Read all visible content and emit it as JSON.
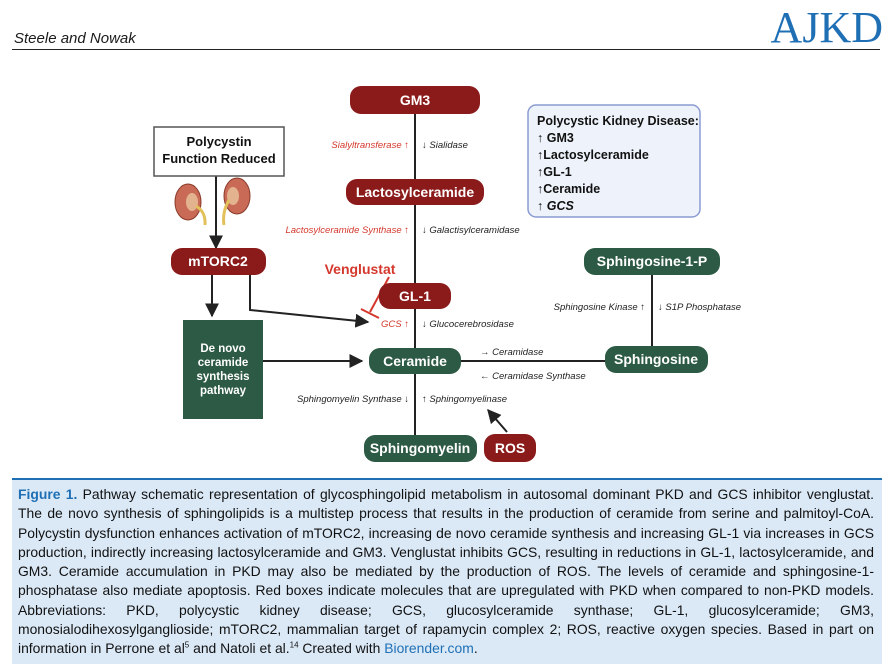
{
  "header": {
    "authors": "Steele and Nowak",
    "journal": "AJKD"
  },
  "diagram": {
    "nodes": {
      "gm3": "GM3",
      "lactosylceramide": "Lactosylceramide",
      "gl1": "GL-1",
      "ceramide": "Ceramide",
      "sphingomyelin": "Sphingomyelin",
      "ros": "ROS",
      "mtorc2": "mTORC2",
      "sphingosine": "Sphingosine",
      "sphingosine_1p": "Sphingosine-1-P",
      "polycystin_line1": "Polycystin",
      "polycystin_line2": "Function Reduced",
      "denovo_line1": "De novo",
      "denovo_line2": "ceramide",
      "denovo_line3": "synthesis",
      "denovo_line4": "pathway"
    },
    "enzymes": {
      "sialyltransferase": "Sialyltransferase ↑",
      "sialidase": "↓ Sialidase",
      "lactosylceramide_synthase": "Lactosylceramide Synthase ↑",
      "galactosylceramidase": "↓ Galactisylceramidase",
      "gcs": "GCS ↑",
      "glucocerebrosidase": "↓ Glucocerebrosidase",
      "sphingomyelin_synthase": "Sphingomyelin Synthase ↓",
      "sphingomyelinase": "↑ Sphingomyelinase",
      "ceramidase": "→ Ceramidase",
      "ceramidase_synthase": "← Ceramidase Synthase",
      "sphingosine_kinase": "Sphingosine Kinase ↑",
      "s1p_phosphatase": "↓ S1P Phosphatase"
    },
    "inhibitor": "Venglustat",
    "pkd_box": {
      "title": "Polycystic Kidney Disease:",
      "items": [
        "↑ GM3",
        "↑Lactosylceramide",
        "↑GL-1",
        "↑Ceramide",
        "↑ GCS"
      ]
    }
  },
  "caption": {
    "label": "Figure 1.",
    "part1": " Pathway schematic representation of glycosphingolipid metabolism in autosomal dominant PKD and GCS inhibitor venglustat. The de novo synthesis of sphingolipids is a multistep process that results in the production of ceramide from serine and palmitoyl-CoA. Polycystin dysfunction enhances activation of mTORC2, increasing de novo ceramide synthesis and increasing GL-1 via increases in GCS production, indirectly increasing lactosylceramide and GM3. Venglustat inhibits GCS, resulting in reductions in GL-1, lactosylceramide, and GM3. Ceramide accumulation in PKD may also be mediated by the production of ROS. The levels of ceramide and sphingosine-1-phosphatase also mediate apoptosis. Red boxes indicate molecules that are upregulated with PKD when compared to non-PKD models. Abbreviations: PKD, polycystic kidney disease; GCS, glucosylceramide synthase; GL-1, glucosylceramide; GM3, monosialodihexosylganglioside; mTORC2, mammalian target of rapamycin complex 2; ROS, reactive oxygen species. Based in part on information in Perrone et al",
    "ref1": "5",
    "part2": " and Natoli et al.",
    "ref2": "14",
    "part3": " Created with ",
    "link": "Biorender.com",
    "part4": "."
  },
  "colors": {
    "red_node": "#8b1a1a",
    "green_node": "#2d5a45",
    "enzyme_red": "#d4382c",
    "accent_blue": "#1f6fb5",
    "caption_bg": "#dbe9f7"
  }
}
